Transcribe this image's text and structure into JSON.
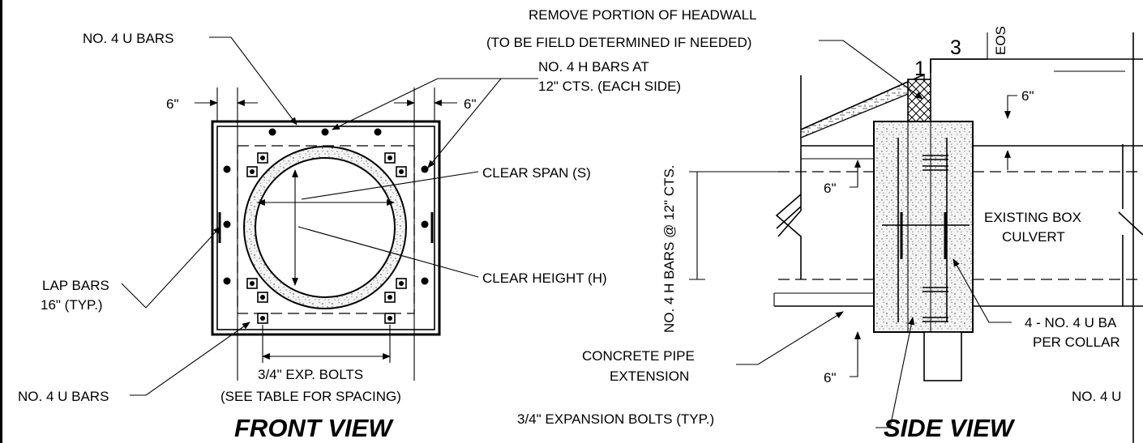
{
  "front_view": {
    "title": "FRONT VIEW",
    "labels": {
      "u_bars_top": "NO. 4 U BARS",
      "h_bars_1": "NO. 4 H BARS AT",
      "h_bars_2": "12\" CTS. (EACH SIDE)",
      "dim_left": "6\"",
      "dim_right": "6\"",
      "clear_span": "CLEAR SPAN (S)",
      "clear_height": "CLEAR HEIGHT (H)",
      "lap_bars_1": "LAP BARS",
      "lap_bars_2": "16\" (TYP.)",
      "u_bars_bottom": "NO. 4 U BARS",
      "exp_bolts_1": "3/4\" EXP. BOLTS",
      "exp_bolts_2": "(SEE TABLE FOR SPACING)"
    }
  },
  "side_view": {
    "title": "SIDE VIEW",
    "labels": {
      "remove_1": "REMOVE PORTION OF HEADWALL",
      "remove_2": "(TO BE FIELD DETERMINED IF NEEDED)",
      "slope_run": "3",
      "slope_rise": "1",
      "eos": "EOS",
      "dim_top": "6\"",
      "dim_mid": "6\"",
      "dim_bot": "6\"",
      "h_bars_vertical": "NO. 4 H BARS @ 12\" CTS.",
      "existing_box_1": "EXISTING BOX",
      "existing_box_2": "CULVERT",
      "pipe_ext_1": "CONCRETE PIPE",
      "pipe_ext_2": "EXTENSION",
      "u_bars_collar_1": "4 - NO. 4 U BA",
      "u_bars_collar_2": "PER COLLAR",
      "exp_bolts": "3/4\" EXPANSION BOLTS (TYP.)",
      "u_bars_cut": "NO. 4 U"
    }
  }
}
